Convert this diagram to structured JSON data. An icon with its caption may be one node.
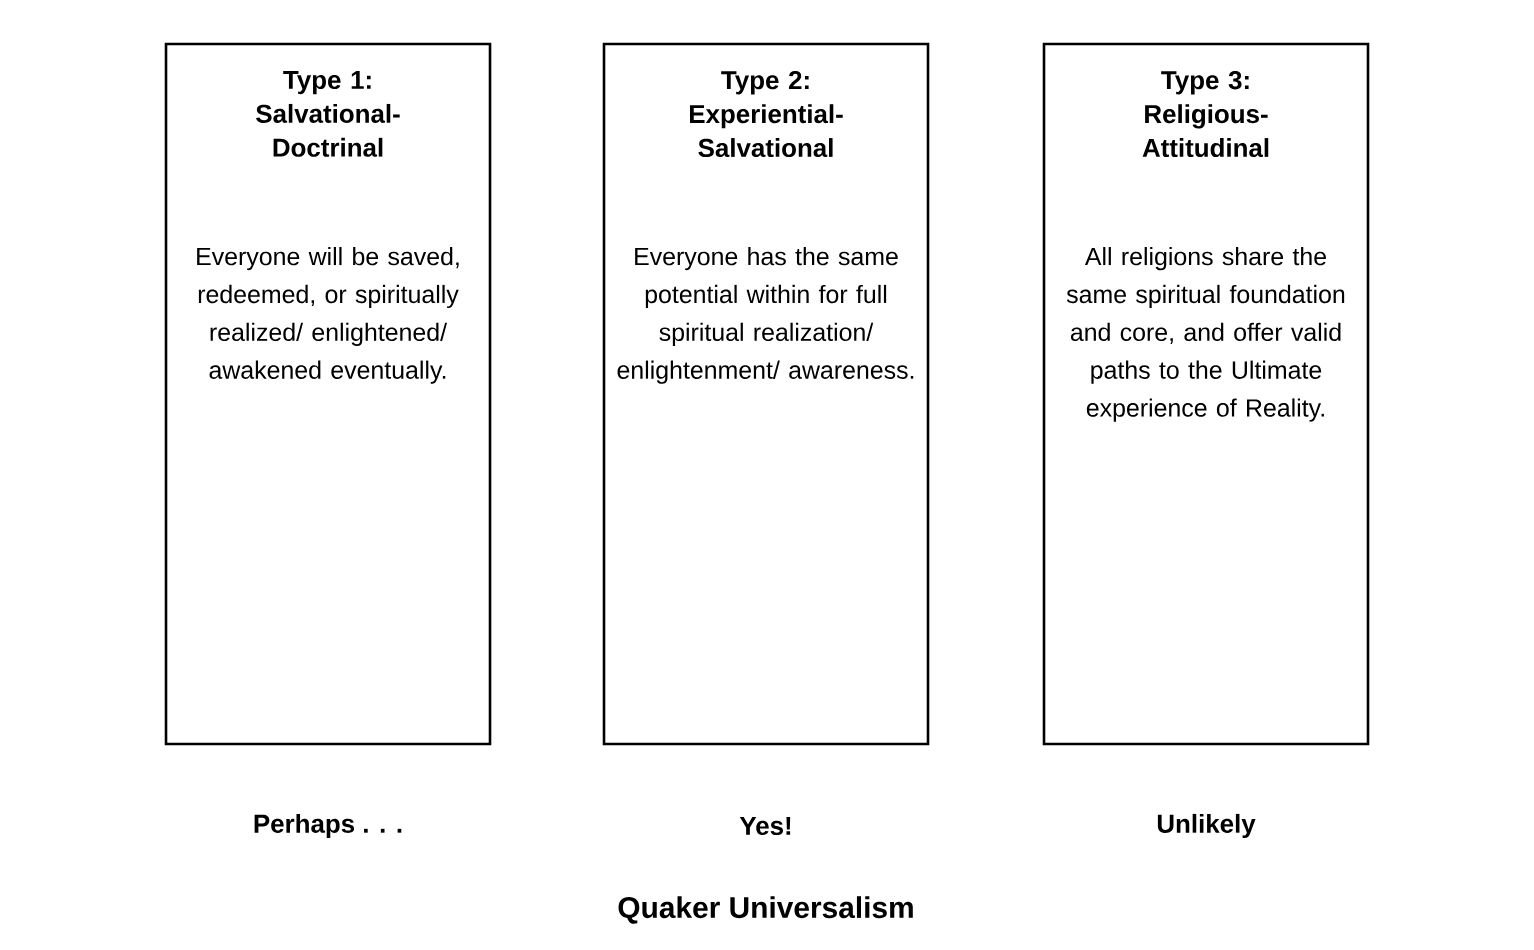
{
  "diagram": {
    "title": "Quaker Universalism",
    "nodes": [
      {
        "text": [
          "Type 1: Salvational-Doctrinal",
          "Everyone will be saved, redeemed, or spiritually realized/ enlightened/ awakened eventually."
        ],
        "beside": [
          "Perhaps . . ."
        ]
      },
      {
        "text": [
          "Type 2: Experiential-Salvational",
          "Everyone has the same potential within for full spiritual realization/ enlightenment/ awareness."
        ],
        "beside": [
          "Yes!"
        ]
      },
      {
        "text": [
          "Type 3: Religious-Attitudinal",
          "All religions share the same spiritual foundation and core, and offer valid paths to the Ultimate experience of Reality."
        ],
        "beside": [
          "Unlikely"
        ]
      }
    ]
  }
}
